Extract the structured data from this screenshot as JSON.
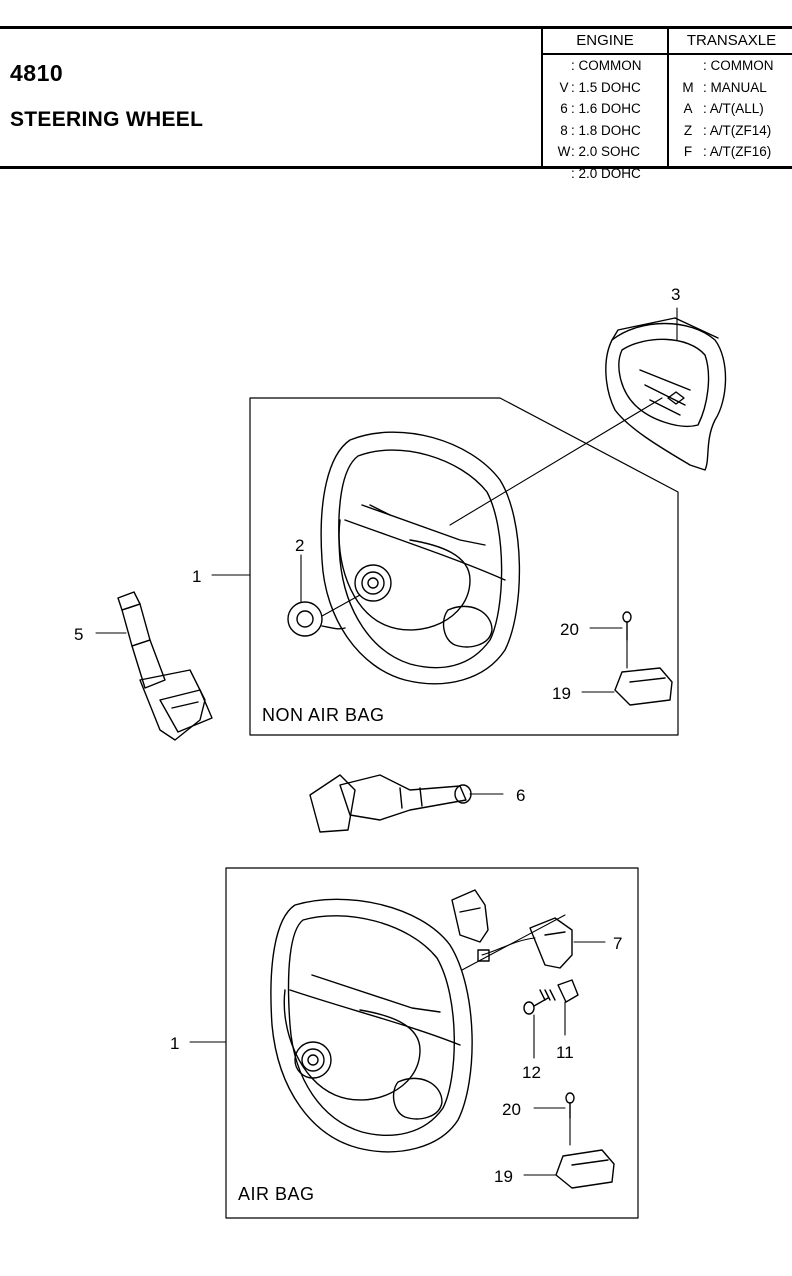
{
  "header": {
    "part_number": "4810",
    "title": "STEERING WHEEL",
    "engine": {
      "heading": "ENGINE",
      "rows": [
        {
          "code": "",
          "label": ": COMMON"
        },
        {
          "code": "V",
          "label": ": 1.5 DOHC"
        },
        {
          "code": "6",
          "label": ": 1.6 DOHC"
        },
        {
          "code": "8",
          "label": ": 1.8 DOHC"
        },
        {
          "code": "W",
          "label": ": 2.0 SOHC"
        },
        {
          "code": "",
          "label": ": 2.0 DOHC"
        }
      ]
    },
    "transaxle": {
      "heading": "TRANSAXLE",
      "rows": [
        {
          "code": "",
          "label": ": COMMON"
        },
        {
          "code": "M",
          "label": ": MANUAL"
        },
        {
          "code": "A",
          "label": ": A/T(ALL)"
        },
        {
          "code": "Z",
          "label": ": A/T(ZF14)"
        },
        {
          "code": "F",
          "label": ": A/T(ZF16)"
        }
      ]
    }
  },
  "diagram": {
    "box_labels": {
      "non_air_bag": "NON AIR BAG",
      "air_bag": "AIR BAG"
    },
    "callouts": {
      "c1_top": "1",
      "c2": "2",
      "c3": "3",
      "c5": "5",
      "c6": "6",
      "c20_top": "20",
      "c19_top": "19",
      "c1_bottom": "1",
      "c7": "7",
      "c11": "11",
      "c12": "12",
      "c20_bottom": "20",
      "c19_bottom": "19"
    }
  }
}
